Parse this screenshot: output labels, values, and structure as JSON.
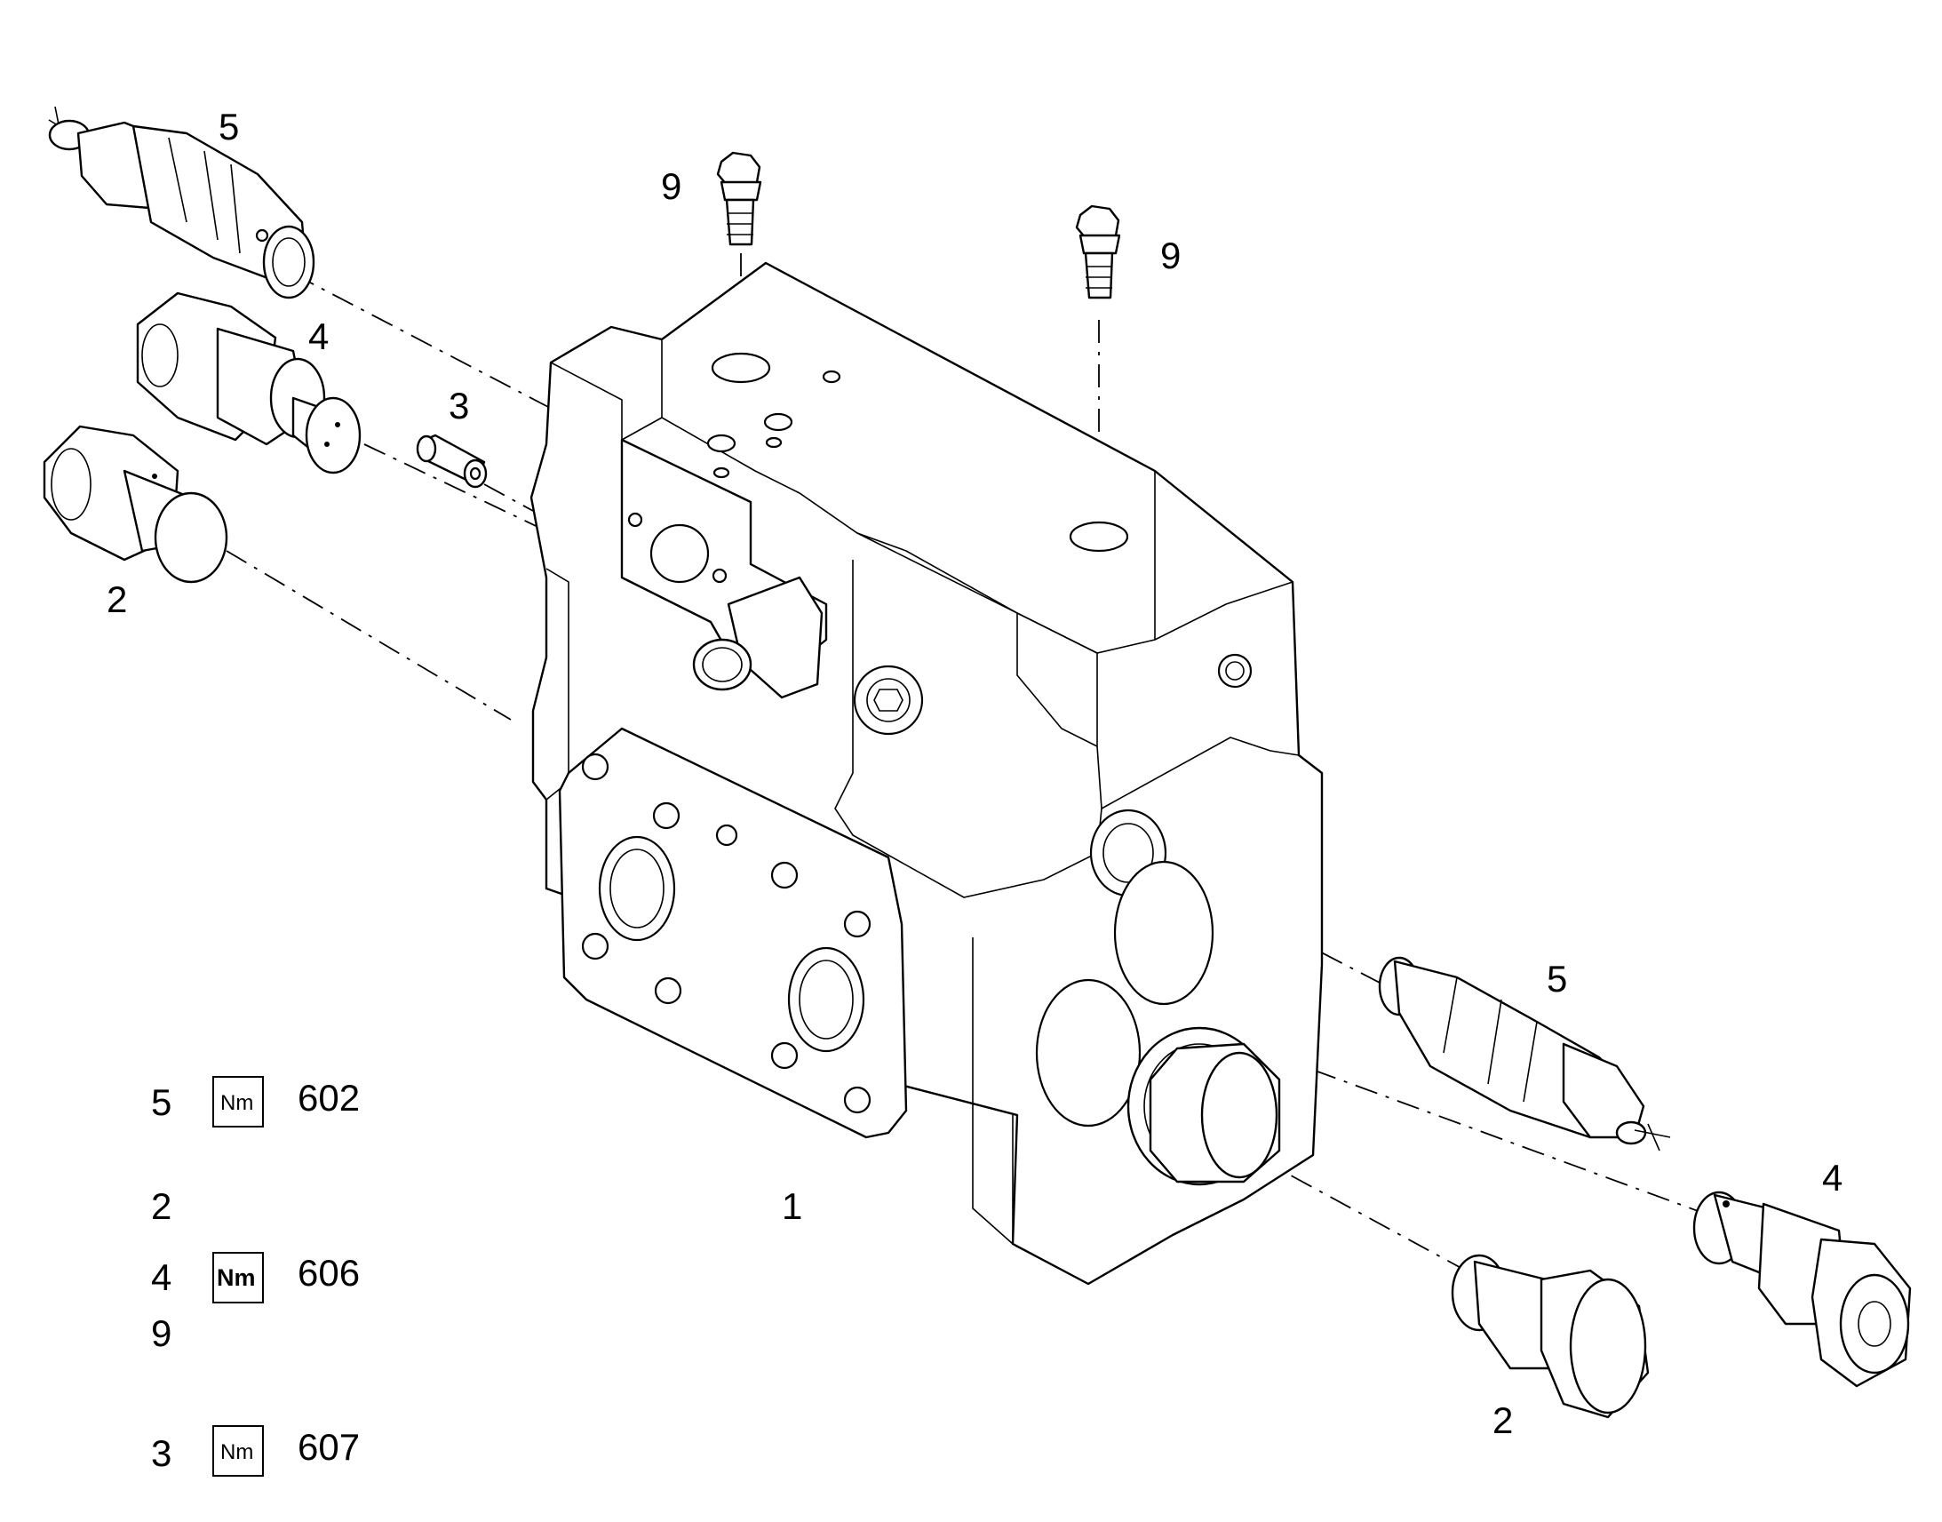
{
  "callouts": {
    "body": "1",
    "plug_left": "2",
    "plug_right": "2",
    "insert": "3",
    "valve_left": "4",
    "valve_right": "4",
    "cartridge_left": "5",
    "cartridge_right": "5",
    "screw_left": "9",
    "screw_right": "9"
  },
  "torque_table": {
    "rows": [
      {
        "item": "5",
        "icon": "Nm",
        "icon_style": "regular",
        "value": "602"
      },
      {
        "item": "2",
        "icon": "",
        "icon_style": "",
        "value": ""
      },
      {
        "item": "4",
        "icon": "Nm",
        "icon_style": "bold",
        "value": "606"
      },
      {
        "item": "9",
        "icon": "",
        "icon_style": "",
        "value": ""
      },
      {
        "item": "3",
        "icon": "Nm",
        "icon_style": "regular",
        "value": "607"
      }
    ]
  }
}
